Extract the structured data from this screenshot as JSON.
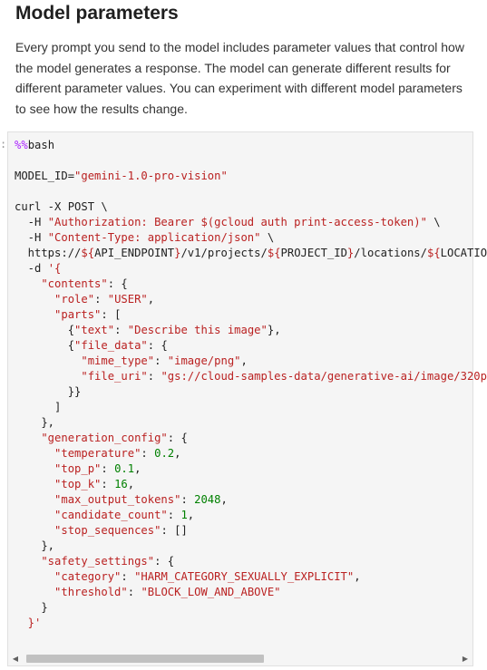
{
  "markdown": {
    "heading": "Model parameters",
    "paragraph": "Every prompt you send to the model includes parameter values that control how the model generates a response. The model can generate different results for different parameter values. You can experiment with different model parameters to see how the results change."
  },
  "cell": {
    "prompt_marker": ":",
    "lines": [
      [
        {
          "t": "%%",
          "c": "magic"
        },
        {
          "t": "bash"
        }
      ],
      [],
      [
        {
          "t": "MODEL_ID="
        },
        {
          "t": "\"gemini-1.0-pro-vision\"",
          "c": "str"
        }
      ],
      [],
      [
        {
          "t": "curl -X POST \\"
        }
      ],
      [
        {
          "t": "  -H "
        },
        {
          "t": "\"Authorization: Bearer $(gcloud auth print-access-token)\"",
          "c": "str"
        },
        {
          "t": " \\"
        }
      ],
      [
        {
          "t": "  -H "
        },
        {
          "t": "\"Content-Type: application/json\"",
          "c": "str"
        },
        {
          "t": " \\"
        }
      ],
      [
        {
          "t": "  https://"
        },
        {
          "t": "${",
          "c": "str"
        },
        {
          "t": "API_ENDPOINT"
        },
        {
          "t": "}",
          "c": "str"
        },
        {
          "t": "/v1/projects/"
        },
        {
          "t": "${",
          "c": "str"
        },
        {
          "t": "PROJECT_ID"
        },
        {
          "t": "}",
          "c": "str"
        },
        {
          "t": "/locations/"
        },
        {
          "t": "${",
          "c": "str"
        },
        {
          "t": "LOCATIO"
        }
      ],
      [
        {
          "t": "  -d "
        },
        {
          "t": "'{",
          "c": "str"
        }
      ],
      [
        {
          "t": "    \"contents\"",
          "c": "str"
        },
        {
          "t": ": {"
        }
      ],
      [
        {
          "t": "      \"role\"",
          "c": "str"
        },
        {
          "t": ": "
        },
        {
          "t": "\"USER\"",
          "c": "str"
        },
        {
          "t": ","
        }
      ],
      [
        {
          "t": "      \"parts\"",
          "c": "str"
        },
        {
          "t": ": ["
        }
      ],
      [
        {
          "t": "        {"
        },
        {
          "t": "\"text\"",
          "c": "str"
        },
        {
          "t": ": "
        },
        {
          "t": "\"Describe this image\"",
          "c": "str"
        },
        {
          "t": "},"
        }
      ],
      [
        {
          "t": "        {"
        },
        {
          "t": "\"file_data\"",
          "c": "str"
        },
        {
          "t": ": {"
        }
      ],
      [
        {
          "t": "          \"mime_type\"",
          "c": "str"
        },
        {
          "t": ": "
        },
        {
          "t": "\"image/png\"",
          "c": "str"
        },
        {
          "t": ","
        }
      ],
      [
        {
          "t": "          \"file_uri\"",
          "c": "str"
        },
        {
          "t": ": "
        },
        {
          "t": "\"gs://cloud-samples-data/generative-ai/image/320p",
          "c": "str"
        }
      ],
      [
        {
          "t": "        }}"
        }
      ],
      [
        {
          "t": "      ]"
        }
      ],
      [
        {
          "t": "    },"
        }
      ],
      [
        {
          "t": "    \"generation_config\"",
          "c": "str"
        },
        {
          "t": ": {"
        }
      ],
      [
        {
          "t": "      \"temperature\"",
          "c": "str"
        },
        {
          "t": ": "
        },
        {
          "t": "0.2",
          "c": "num"
        },
        {
          "t": ","
        }
      ],
      [
        {
          "t": "      \"top_p\"",
          "c": "str"
        },
        {
          "t": ": "
        },
        {
          "t": "0.1",
          "c": "num"
        },
        {
          "t": ","
        }
      ],
      [
        {
          "t": "      \"top_k\"",
          "c": "str"
        },
        {
          "t": ": "
        },
        {
          "t": "16",
          "c": "num"
        },
        {
          "t": ","
        }
      ],
      [
        {
          "t": "      \"max_output_tokens\"",
          "c": "str"
        },
        {
          "t": ": "
        },
        {
          "t": "2048",
          "c": "num"
        },
        {
          "t": ","
        }
      ],
      [
        {
          "t": "      \"candidate_count\"",
          "c": "str"
        },
        {
          "t": ": "
        },
        {
          "t": "1",
          "c": "num"
        },
        {
          "t": ","
        }
      ],
      [
        {
          "t": "      \"stop_sequences\"",
          "c": "str"
        },
        {
          "t": ": []"
        }
      ],
      [
        {
          "t": "    },"
        }
      ],
      [
        {
          "t": "    \"safety_settings\"",
          "c": "str"
        },
        {
          "t": ": {"
        }
      ],
      [
        {
          "t": "      \"category\"",
          "c": "str"
        },
        {
          "t": ": "
        },
        {
          "t": "\"HARM_CATEGORY_SEXUALLY_EXPLICIT\"",
          "c": "str"
        },
        {
          "t": ","
        }
      ],
      [
        {
          "t": "      \"threshold\"",
          "c": "str"
        },
        {
          "t": ": "
        },
        {
          "t": "\"BLOCK_LOW_AND_ABOVE\"",
          "c": "str"
        }
      ],
      [
        {
          "t": "    }"
        }
      ],
      [
        {
          "t": "  }'",
          "c": "str"
        }
      ]
    ]
  },
  "scrollbar": {
    "left_icon": "triangle-left-icon",
    "right_icon": "triangle-right-icon",
    "left_glyph": "◀",
    "right_glyph": "▶",
    "position_fraction": 0.0
  }
}
